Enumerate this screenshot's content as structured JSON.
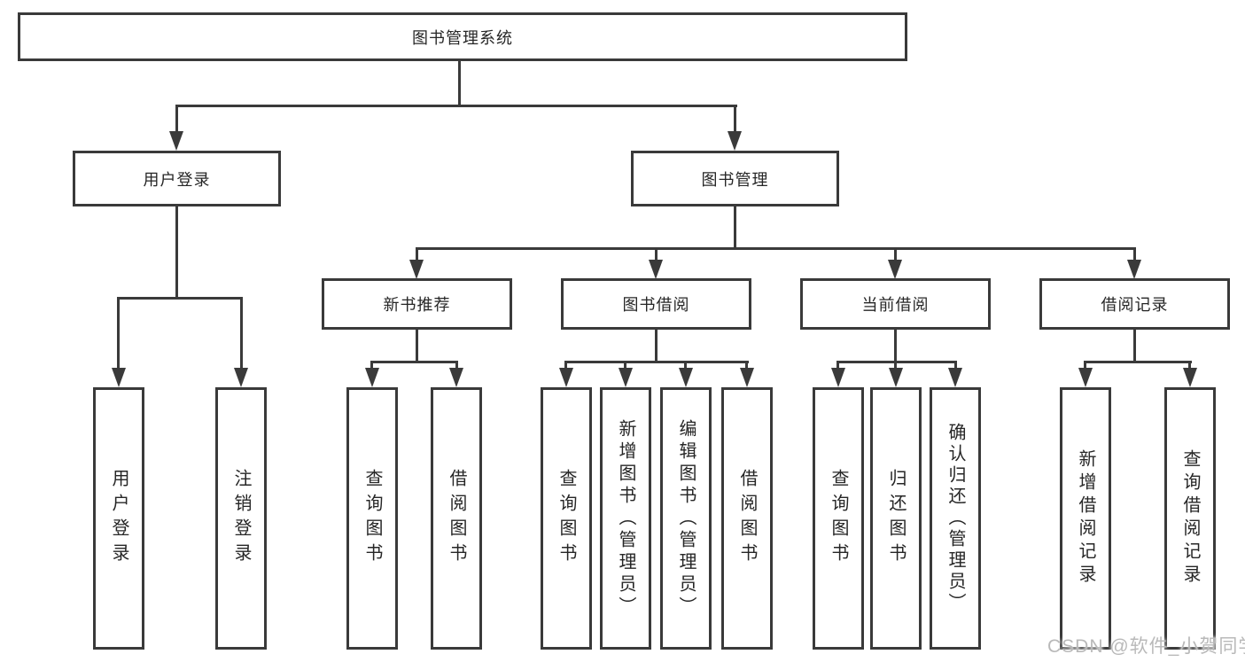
{
  "diagram": {
    "type": "hierarchy-tree",
    "colors": {
      "line": "#3a3a3a",
      "text": "#262626",
      "background": "#ffffff",
      "watermark": "#b9b9b9"
    },
    "tree": {
      "label": "图书管理系统",
      "children": [
        {
          "label": "用户登录",
          "children": [
            {
              "label": "用户登录"
            },
            {
              "label": "注销登录"
            }
          ]
        },
        {
          "label": "图书管理",
          "children": [
            {
              "label": "新书推荐",
              "children": [
                {
                  "label": "查询图书"
                },
                {
                  "label": "借阅图书"
                }
              ]
            },
            {
              "label": "图书借阅",
              "children": [
                {
                  "label": "查询图书"
                },
                {
                  "label": "新增图书（管理员）"
                },
                {
                  "label": "编辑图书（管理员）"
                },
                {
                  "label": "借阅图书"
                }
              ]
            },
            {
              "label": "当前借阅",
              "children": [
                {
                  "label": "查询图书"
                },
                {
                  "label": "归还图书"
                },
                {
                  "label": "确认归还（管理员）"
                }
              ]
            },
            {
              "label": "借阅记录",
              "children": [
                {
                  "label": "新增借阅记录"
                },
                {
                  "label": "查询借阅记录"
                }
              ]
            }
          ]
        }
      ]
    },
    "watermark": {
      "text": "CSDN @软件_小贺同学"
    }
  }
}
